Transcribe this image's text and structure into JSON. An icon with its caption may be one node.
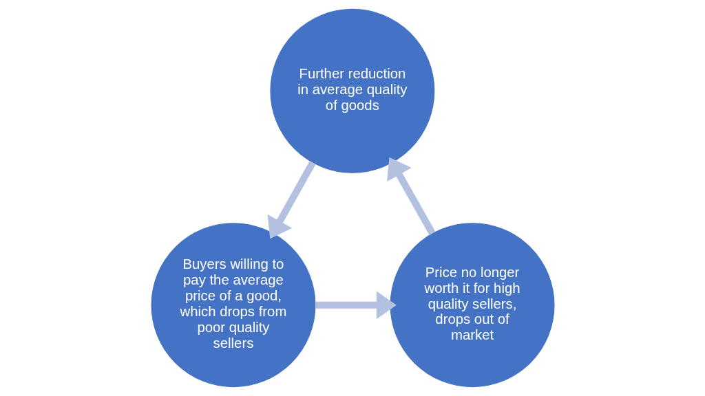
{
  "diagram": {
    "nodes": [
      {
        "text": [
          "Further reduction in average quality of goods"
        ]
      },
      {
        "text": [
          "Buyers willing to pay the average price of a good, which drops from poor quality sellers"
        ]
      },
      {
        "text": [
          "Price no longer worth it for high quality sellers, drops out of market"
        ]
      }
    ],
    "edges": [
      {
        "from": 0,
        "to": 1,
        "arrow": "to"
      },
      {
        "from": 1,
        "to": 2,
        "arrow": "to"
      },
      {
        "from": 2,
        "to": 0,
        "arrow": "to"
      }
    ]
  }
}
